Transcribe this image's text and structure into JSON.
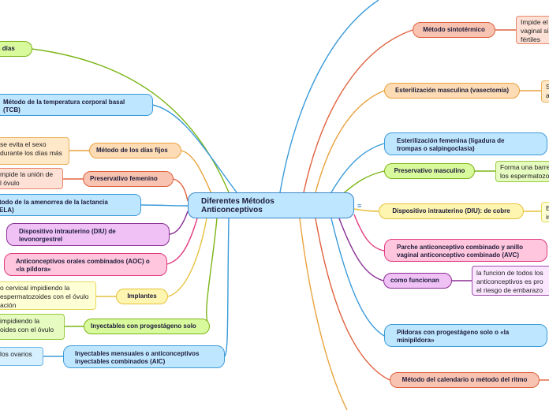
{
  "center": {
    "title_line1": "Diferentes Métodos",
    "title_line2": "Anticonceptivos",
    "collapse_glyph": "≡"
  },
  "left": {
    "n1": {
      "label": "los días"
    },
    "n2": {
      "line1": "Método de la temperatura corporal basal",
      "line2": "(TCB)"
    },
    "n3": {
      "label": "Método de los días fijos"
    },
    "n4": {
      "label": "Preservativo femenino"
    },
    "n5": {
      "line1": "todo de la amenorrea de la lactancia",
      "line2": "ELA)"
    },
    "n6": {
      "line1": "Dispositivo intrauterino (DIU) de",
      "line2": "levonorgestrel"
    },
    "n7": {
      "line1": "Anticonceptivos orales combinados (AOC) o",
      "line2": "«la píldora»"
    },
    "n8": {
      "label": "Implantes"
    },
    "n9": {
      "label": "Inyectables con progestágeno solo"
    },
    "n10": {
      "line1": "Inyectables mensuales o anticonceptivos",
      "line2": "inyectables combinados (AIC)"
    }
  },
  "left_leaves": {
    "l3": {
      "line1": "se evita el sexo",
      "line2": "durante los días más"
    },
    "l4": {
      "line1": "mpide la unión de",
      "line2": "l óvulo"
    },
    "l8": {
      "line1": "o cervical impidiendo la",
      "line2": "espermatozoides con el óvulo",
      "line3": "ación"
    },
    "l9": {
      "line1": "impidiendo la",
      "line2": "oides con el óvulo"
    },
    "l10": {
      "line1": "los ovarios"
    }
  },
  "right": {
    "r1": {
      "label": "Método sintotérmico"
    },
    "r2": {
      "label": "Esterilización masculina (vasectomía)"
    },
    "r3": {
      "line1": "Esterilización femenina (ligadura de",
      "line2": "trompas o salpingoclasia)"
    },
    "r4": {
      "label": "Preservativo masculino"
    },
    "r5": {
      "label": "Dispositivo intrauterino (DIU): de cobre"
    },
    "r6": {
      "line1": "Parche anticonceptivo combinado y anillo",
      "line2": "vaginal anticonceptivo combinado (AVC)"
    },
    "r7": {
      "label": "como funcionan"
    },
    "r8": {
      "line1": "Píldoras con progestágeno solo o «la",
      "line2": "minipíldora»"
    },
    "r9": {
      "label": "Método del calendario o método del ritmo"
    }
  },
  "right_leaves": {
    "rl1": {
      "line1": "Impide el",
      "line2": "vaginal si",
      "line3": "fértiles"
    },
    "rl2": {
      "line1": "S",
      "line2": "al"
    },
    "rl4": {
      "line1": "Forma una barre",
      "line2": "los espermatozo"
    },
    "rl5": {
      "line1": "E",
      "line2": "in"
    },
    "rl7": {
      "line1": "la funcion de todos los",
      "line2": "anticonceptivos es pro",
      "line3": "el riesgo de embarazo"
    }
  },
  "colors": {
    "blue": "#3a9bd9",
    "green": "#7cb518",
    "orange": "#e9a23b",
    "salmon": "#e0613d",
    "pink": "#e13b7f",
    "purple": "#8a2d93",
    "yellow": "#e6c13b"
  }
}
